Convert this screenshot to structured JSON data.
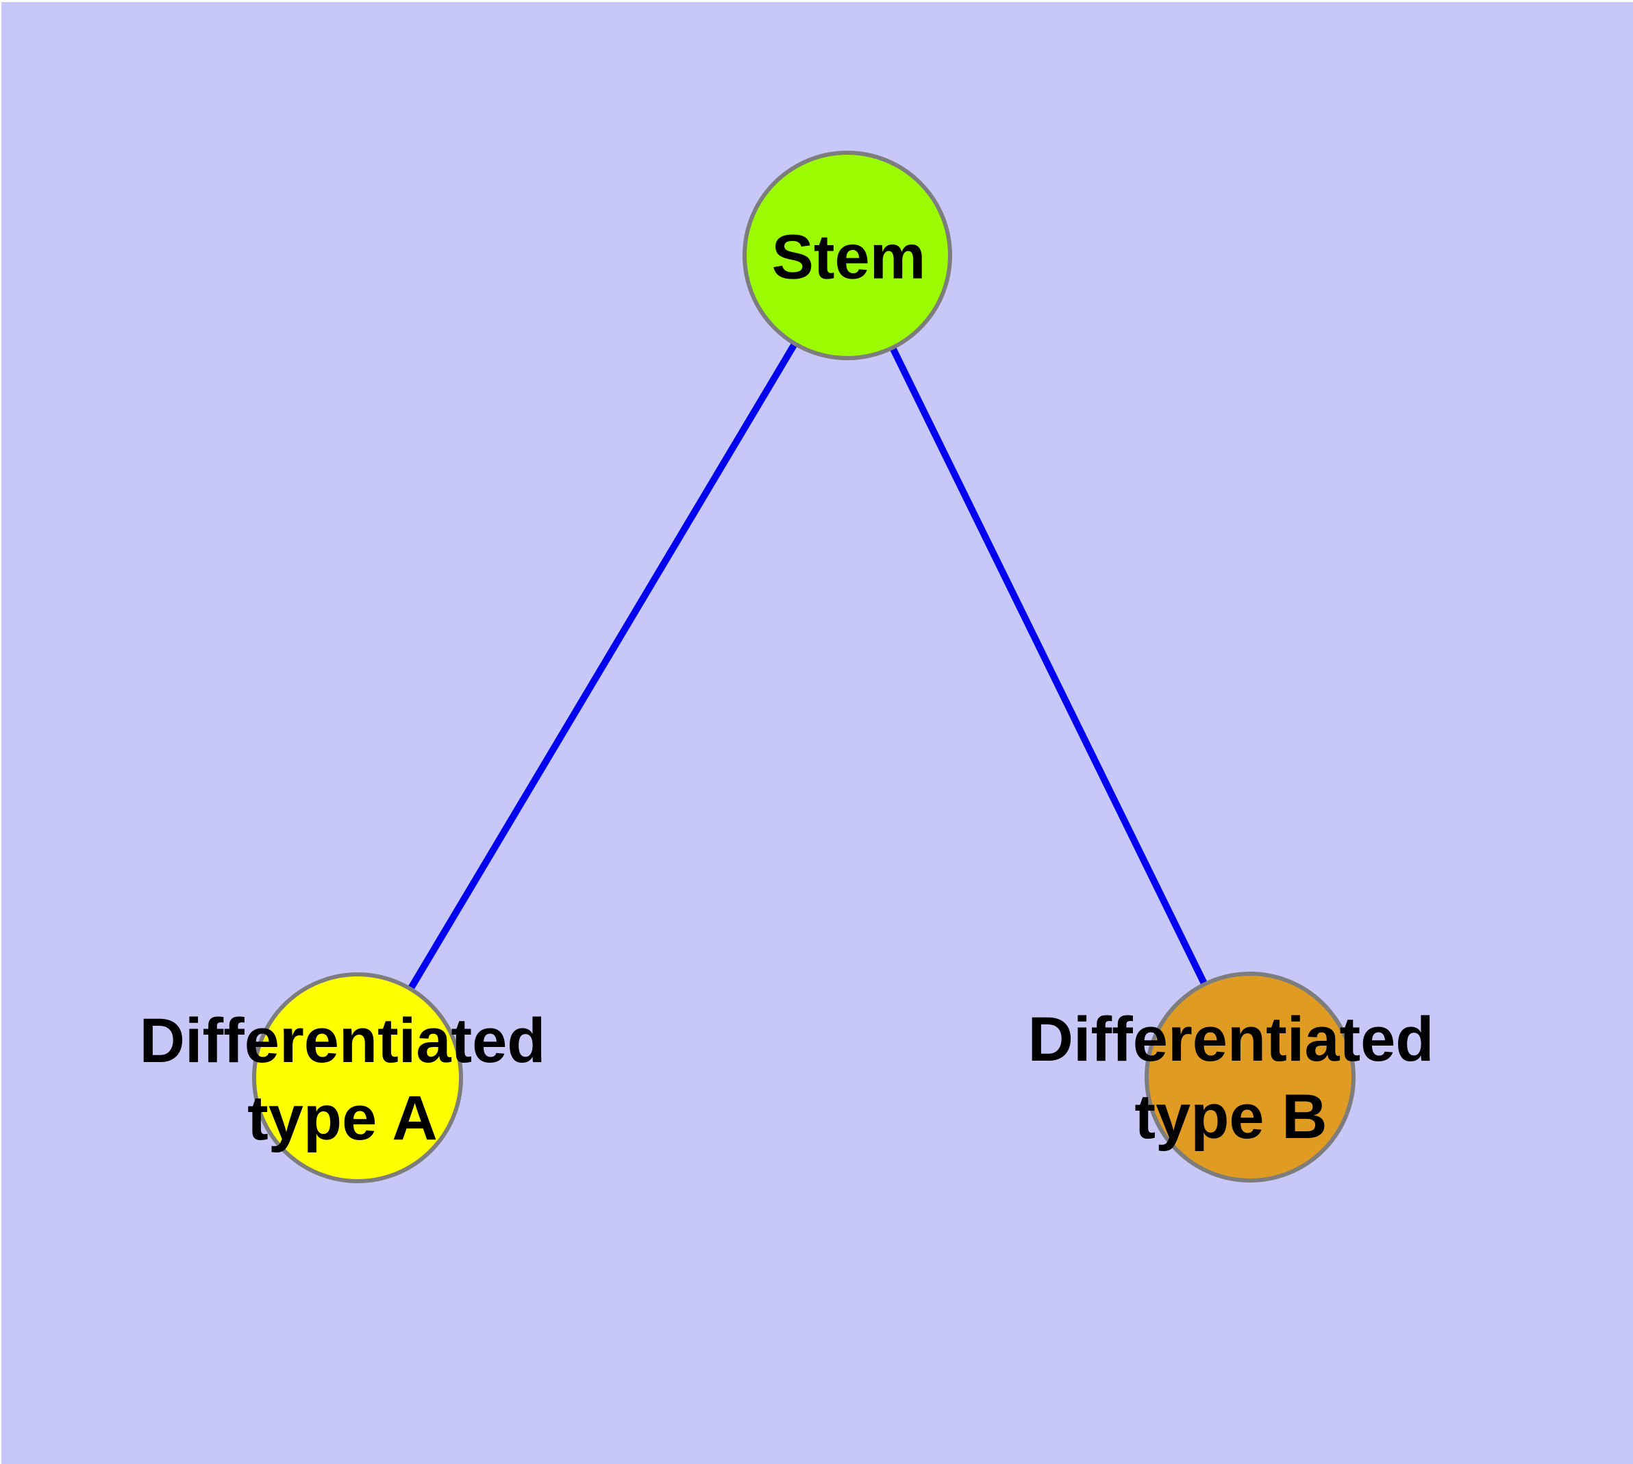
{
  "diagram": {
    "background_color": "#c8c8f8",
    "text_color": "#000000",
    "node_border_color": "#7d7d7d",
    "edge_color": "#0000f0",
    "nodes": [
      {
        "id": "stem",
        "label": "Stem",
        "fill_color": "#9bfb00",
        "border_color": "#7d7d7d"
      },
      {
        "id": "differentiated-type-a",
        "label": "Differentiated type A",
        "label_lines": [
          "Differentiated",
          "type A"
        ],
        "fill_color": "#ffff00",
        "border_color": "#7d7d7d"
      },
      {
        "id": "differentiated-type-b",
        "label": "Differentiated type B",
        "label_lines": [
          "Differentiated",
          "type B"
        ],
        "fill_color": "#e09b22",
        "border_color": "#7d7d7d"
      }
    ],
    "edges": [
      {
        "from": "Stem",
        "to": "Differentiated type A",
        "color": "#0000f0"
      },
      {
        "from": "Stem",
        "to": "Differentiated type B",
        "color": "#0000f0"
      }
    ]
  }
}
